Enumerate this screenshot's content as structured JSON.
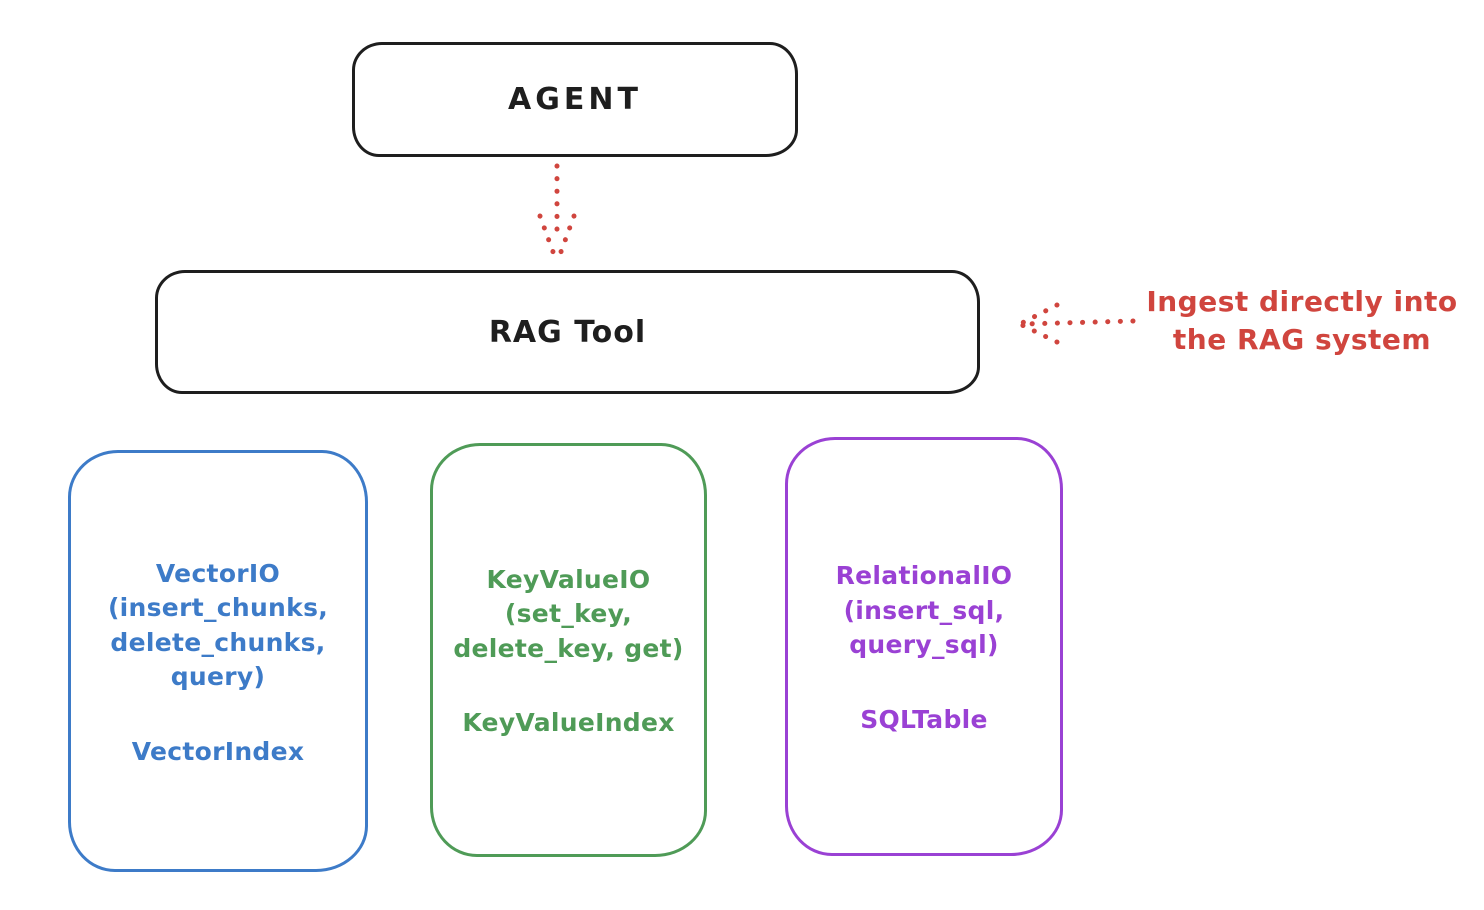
{
  "agent_box": {
    "label": "AGENT"
  },
  "rag_tool_box": {
    "label": "RAG Tool"
  },
  "annotation": {
    "line1": "Ingest directly into",
    "line2": "the RAG system",
    "color": "#d0453e"
  },
  "arrows": {
    "agent_to_rag_tool": "dotted-arrow-down",
    "annotation_to_rag_tool": "dotted-arrow-left",
    "color": "#d0453e"
  },
  "io_boxes": [
    {
      "name": "VectorIO",
      "color": "#3d7bc8",
      "lines": [
        "VectorIO",
        "(insert_chunks,",
        "delete_chunks,",
        "query)"
      ],
      "index_label": "VectorIndex"
    },
    {
      "name": "KeyValueIO",
      "color": "#4f9b57",
      "lines": [
        "KeyValueIO",
        "(set_key,",
        "delete_key, get)"
      ],
      "index_label": "KeyValueIndex"
    },
    {
      "name": "RelationalIO",
      "color": "#9a41d4",
      "lines": [
        "RelationalIO",
        "(insert_sql,",
        "query_sql)"
      ],
      "index_label": "SQLTable"
    }
  ],
  "colors": {
    "stroke": "#1e1e1e",
    "background": "#ffffff"
  }
}
